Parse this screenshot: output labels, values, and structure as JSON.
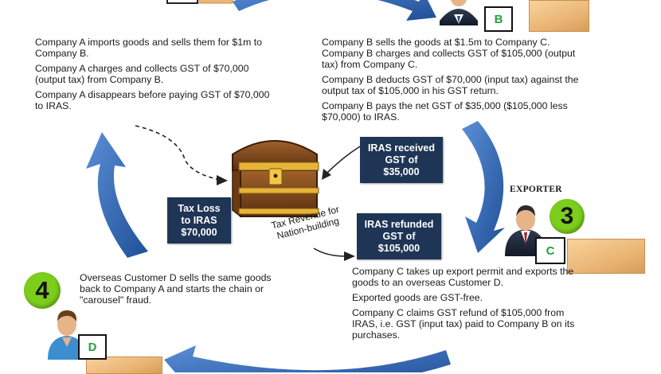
{
  "company_a": {
    "lines": [
      "Company A imports goods and sells them for $1m to Company B.",
      "Company A charges and collects GST of $70,000 (output tax) from Company B.",
      "Company A disappears before paying GST of $70,000 to IRAS."
    ]
  },
  "company_b": {
    "letter": "B",
    "lines": [
      "Company B sells the goods at $1.5m to Company C. Company B charges and collects GST of $105,000 (output tax) from Company C.",
      "Company B deducts GST of $70,000 (input tax) against the output tax of $105,000 in his GST return.",
      "Company B pays the net GST of $35,000 ($105,000 less $70,000) to IRAS."
    ]
  },
  "company_c": {
    "letter": "C",
    "step": "3",
    "role": "EXPORTER",
    "lines": [
      "Company C takes up export permit and exports the goods to an overseas Customer D.",
      "Exported goods are GST-free.",
      "Company C claims GST refund of $105,000 from IRAS, i.e. GST (input tax) paid to Company B on its purchases."
    ]
  },
  "customer_d": {
    "letter": "D",
    "step": "4",
    "lines": [
      "Overseas Customer D sells the same goods back to Company A and starts the chain or \"carousel\" fraud."
    ]
  },
  "boxes": {
    "received": [
      "IRAS received",
      "GST of",
      "$35,000"
    ],
    "refunded": [
      "IRAS refunded",
      "GST of",
      "$105,000"
    ],
    "loss": [
      "Tax Loss",
      "to IRAS",
      "$70,000"
    ]
  },
  "chest_label": [
    "Tax Revenue for",
    "Nation-building"
  ],
  "colors": {
    "arrow_blue": "#2d67b5",
    "box_navy": "#1f3555",
    "badge_green": "#7ccd1c",
    "letter_green": "#27a03a"
  }
}
